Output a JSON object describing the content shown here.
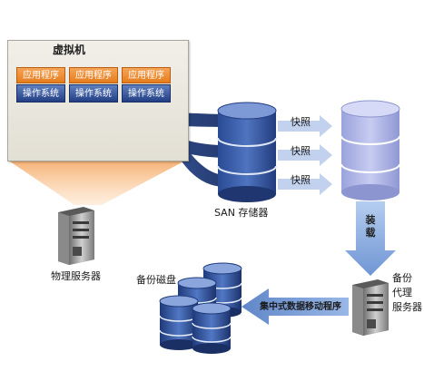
{
  "vm": {
    "title": "虚拟机",
    "cards": [
      {
        "app": "应用程序",
        "os": "操作系统"
      },
      {
        "app": "应用程序",
        "os": "操作系统"
      },
      {
        "app": "应用程序",
        "os": "操作系统"
      }
    ]
  },
  "physical_server": {
    "label": "物理服务器"
  },
  "san": {
    "label": "SAN 存储器"
  },
  "snapshots": [
    "快照",
    "快照",
    "快照"
  ],
  "mount": {
    "label": "装载"
  },
  "backup_proxy": {
    "line1": "备份",
    "line2": "代理",
    "line3": "服务器"
  },
  "data_mover": {
    "label": "集中式数据移动程序"
  },
  "backup_disks": {
    "label": "备份磁盘"
  },
  "colors": {
    "orange": "#ef8a2c",
    "dark_blue": "#223c7e",
    "light_blue": "#8fb0e3",
    "lavender": "#aeb6e6",
    "arrow_blue": "#8db0e0"
  }
}
